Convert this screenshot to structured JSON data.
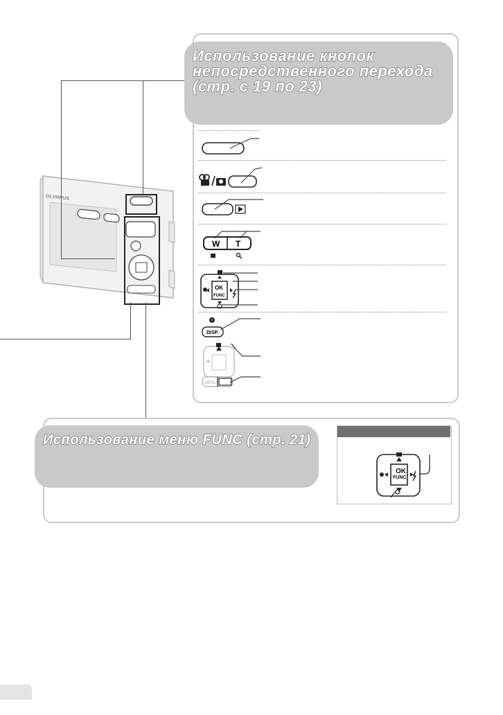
{
  "direct_buttons": {
    "title_lines": [
      "Использование кнопок",
      "непосредственного перехода",
      "(стр. с 19 по 23)"
    ],
    "icons": {
      "shutter": "shutter-button-icon",
      "movie_photo_mode": "movie-camera-and-camera-icon",
      "playback": "playback-triangle-icon",
      "zoom_w": "W",
      "zoom_t": "T",
      "dpad_ok": "OK",
      "dpad_func": "FUNC",
      "disp": "DISP.",
      "menu": "MENU"
    }
  },
  "func_menu": {
    "title": "Использование меню FUNC (стр. 21)",
    "dpad_ok": "OK",
    "dpad_func": "FUNC"
  },
  "camera": {
    "brand": "OLYMPUS"
  },
  "colors": {
    "banner": "#c9c9c9",
    "panel_border": "#c8c8c8",
    "header_bar": "#6f6f6f"
  }
}
